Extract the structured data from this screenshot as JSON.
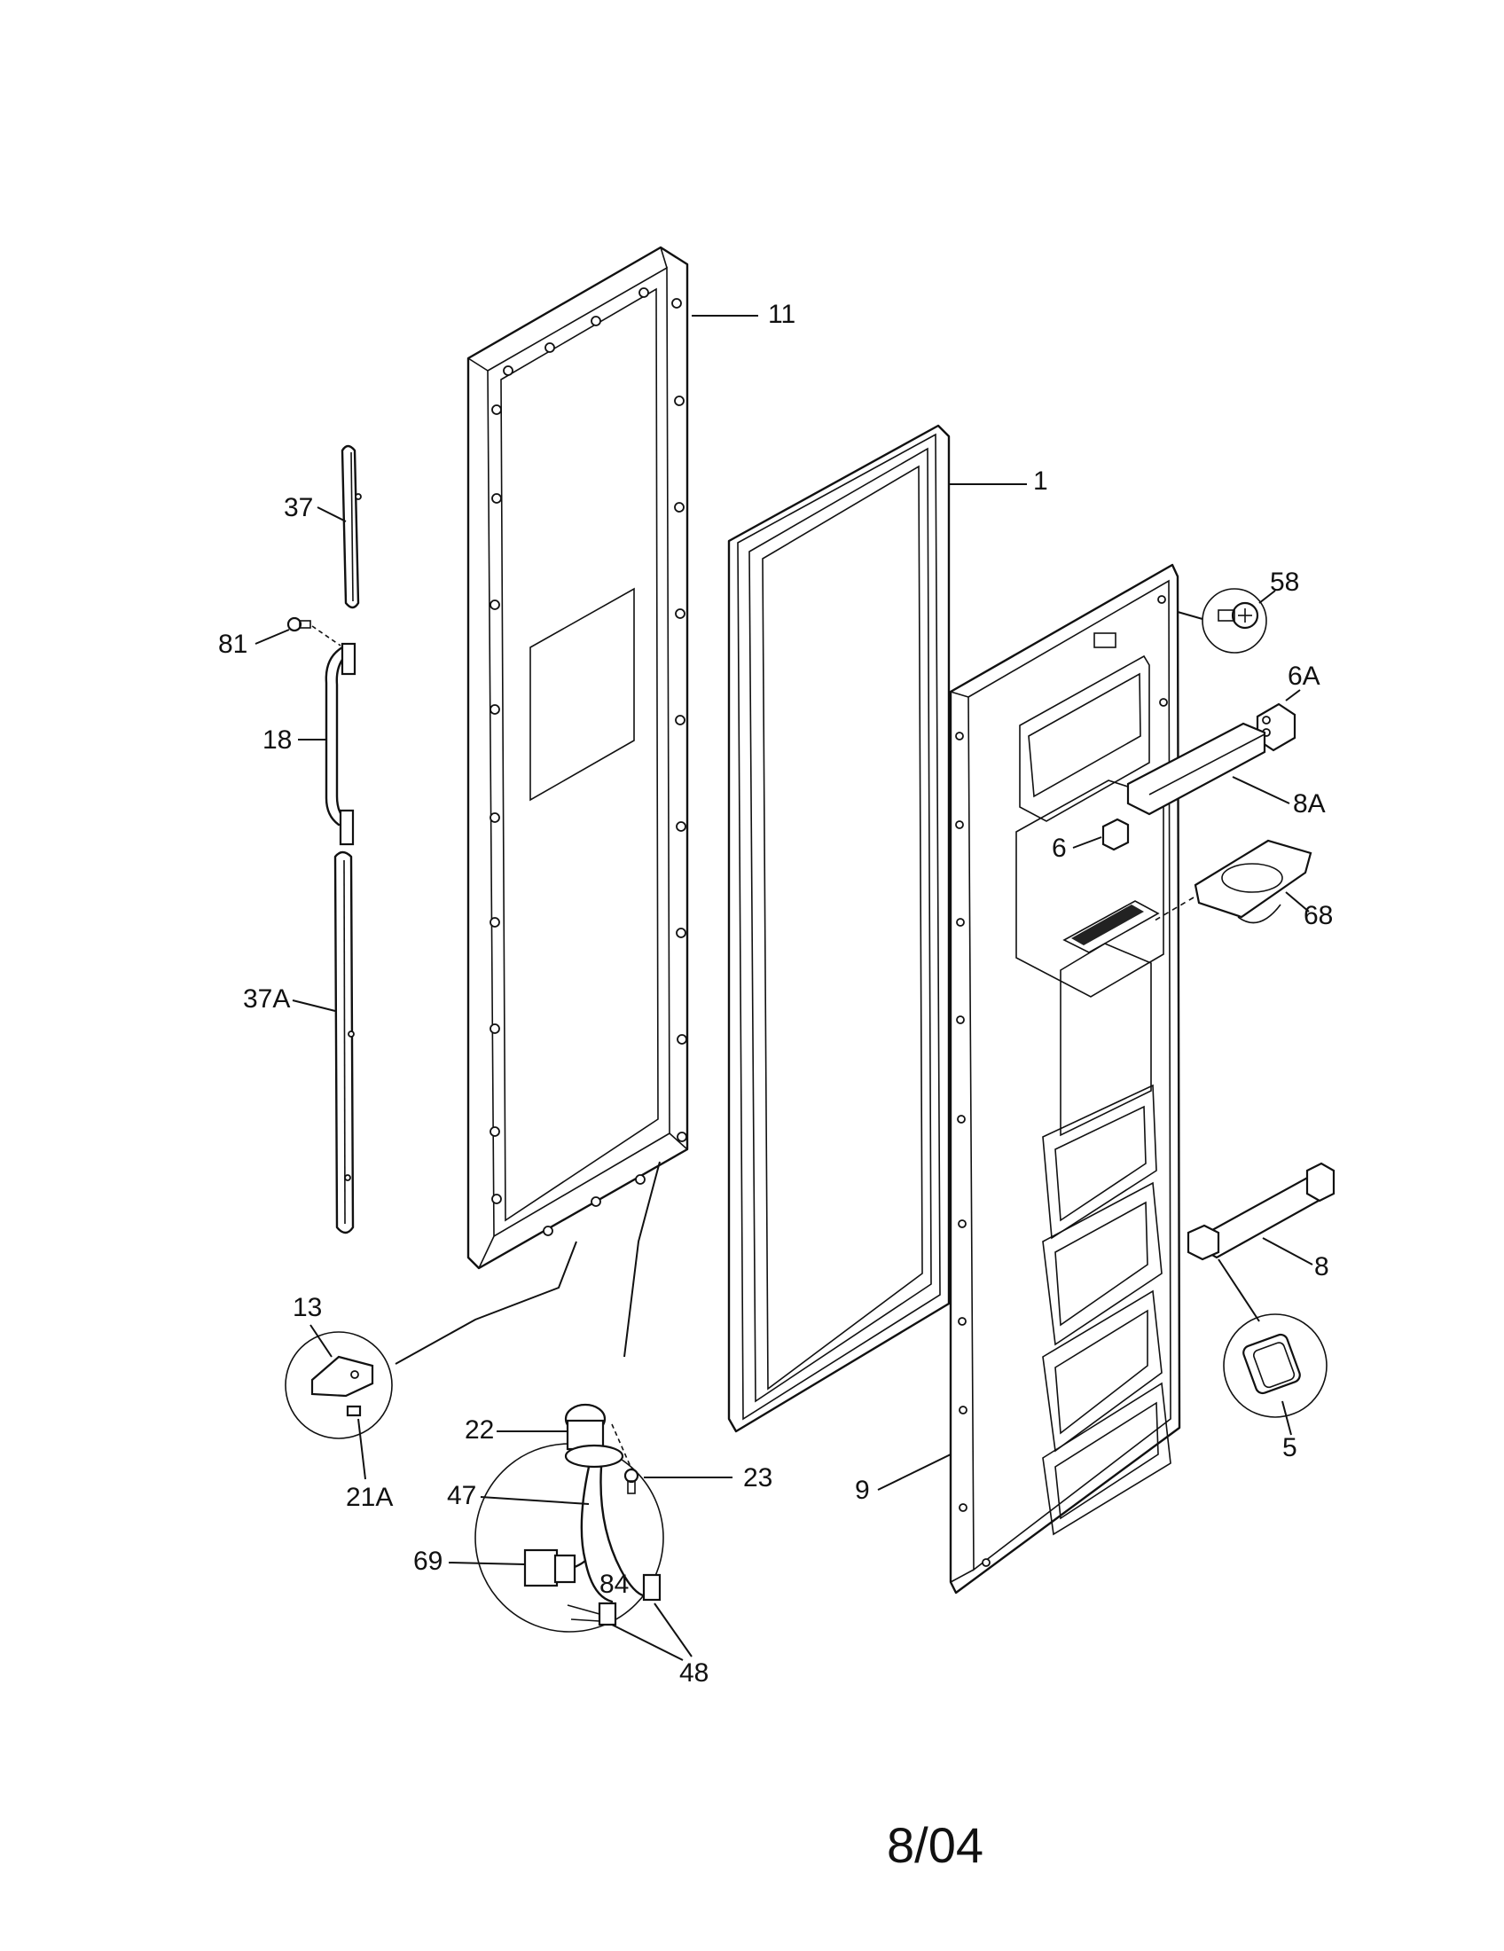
{
  "callouts": {
    "c11": "11",
    "c1": "1",
    "c58": "58",
    "c6A": "6A",
    "c8A": "8A",
    "c6": "6",
    "c68": "68",
    "c37": "37",
    "c81": "81",
    "c18": "18",
    "c37A": "37A",
    "c8": "8",
    "c5": "5",
    "c9": "9",
    "c13": "13",
    "c21A": "21A",
    "c22": "22",
    "c23": "23",
    "c47": "47",
    "c69": "69",
    "c84": "84",
    "c48": "48"
  },
  "footer": {
    "date_code": "8/04"
  }
}
